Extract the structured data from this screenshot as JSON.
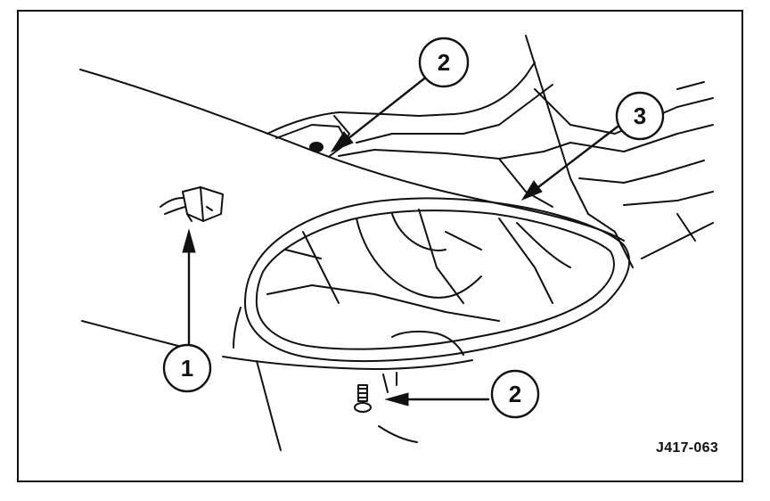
{
  "figure_code": "J417-063",
  "callouts": [
    {
      "id": "callout-1",
      "label": "1"
    },
    {
      "id": "callout-2-top",
      "label": "2"
    },
    {
      "id": "callout-3",
      "label": "3"
    },
    {
      "id": "callout-2-bottom",
      "label": "2"
    }
  ]
}
